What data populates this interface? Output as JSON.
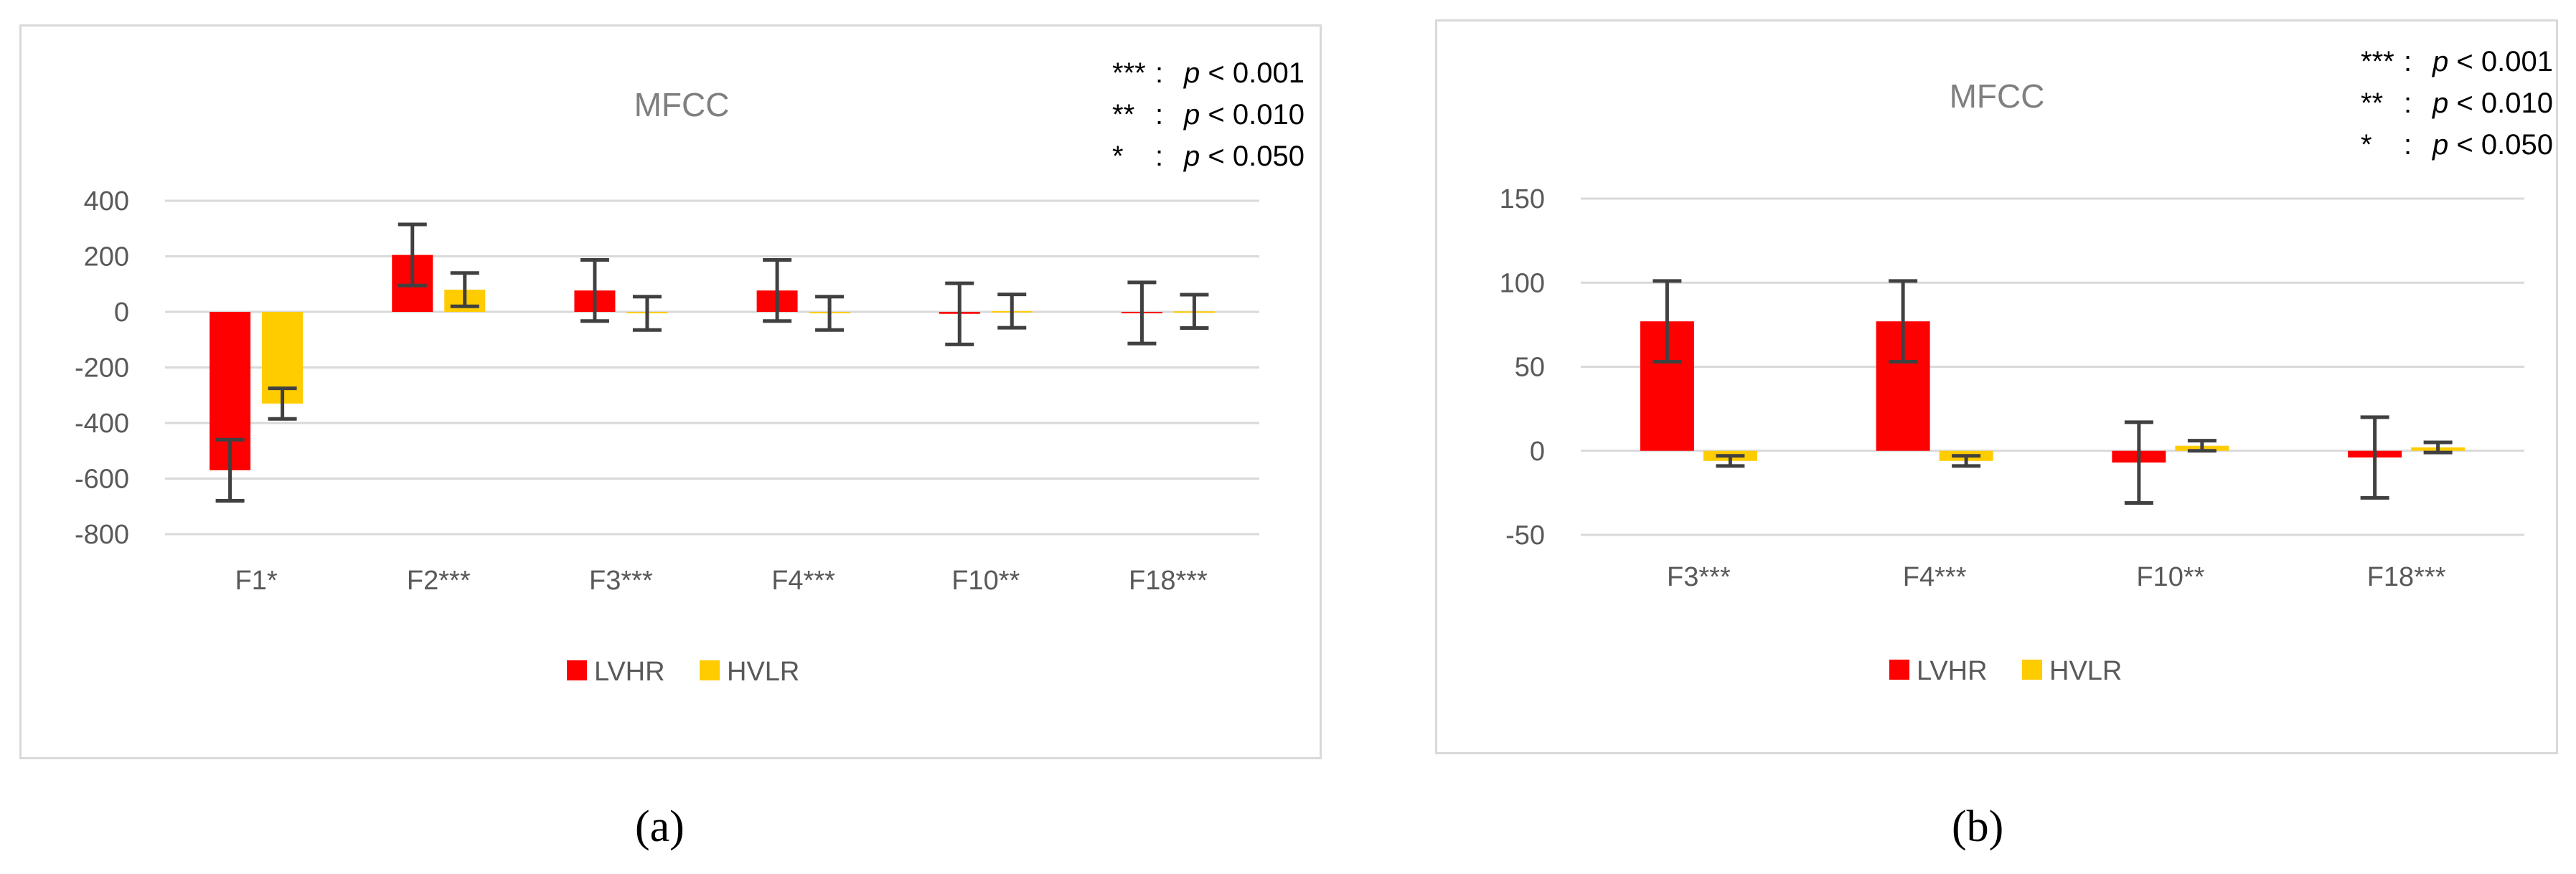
{
  "colors": {
    "LVHR": "#ff0000",
    "HVLR": "#ffcc00",
    "grid": "#d9d9d9",
    "error": "#404040"
  },
  "significance_legend": [
    {
      "stars": "***",
      "sep": ":",
      "p": "p",
      "rel": "< 0.001"
    },
    {
      "stars": "**",
      "sep": ":",
      "p": "p",
      "rel": "< 0.010"
    },
    {
      "stars": "*",
      "sep": ":",
      "p": "p",
      "rel": "< 0.050"
    }
  ],
  "chart_data": [
    {
      "panel": "a",
      "type": "bar",
      "title": "MFCC",
      "caption": "(a)",
      "categories": [
        "F1*",
        "F2***",
        "F3***",
        "F4***",
        "F10**",
        "F18***"
      ],
      "ylim": [
        -800,
        400
      ],
      "yticks": [
        400,
        200,
        0,
        -200,
        -400,
        -600,
        -800
      ],
      "grid": true,
      "legend_position": "bottom",
      "series": [
        {
          "name": "LVHR",
          "color": "#ff0000",
          "values": [
            -570,
            205,
            77,
            77,
            -7,
            -4
          ],
          "errors": [
            110,
            110,
            110,
            110,
            110,
            110
          ]
        },
        {
          "name": "HVLR",
          "color": "#ffcc00",
          "values": [
            -330,
            80,
            -5,
            -5,
            3,
            2
          ],
          "errors": [
            55,
            60,
            60,
            60,
            60,
            60
          ]
        }
      ]
    },
    {
      "panel": "b",
      "type": "bar",
      "title": "MFCC",
      "caption": "(b)",
      "categories": [
        "F3***",
        "F4***",
        "F10**",
        "F18***"
      ],
      "ylim": [
        -50,
        150
      ],
      "yticks": [
        150,
        100,
        50,
        0,
        -50
      ],
      "grid": true,
      "legend_position": "bottom",
      "series": [
        {
          "name": "LVHR",
          "color": "#ff0000",
          "values": [
            77,
            77,
            -7,
            -4
          ],
          "errors": [
            24,
            24,
            24,
            24
          ]
        },
        {
          "name": "HVLR",
          "color": "#ffcc00",
          "values": [
            -6,
            -6,
            3,
            2
          ],
          "errors": [
            3,
            3,
            3,
            3
          ]
        }
      ]
    }
  ]
}
